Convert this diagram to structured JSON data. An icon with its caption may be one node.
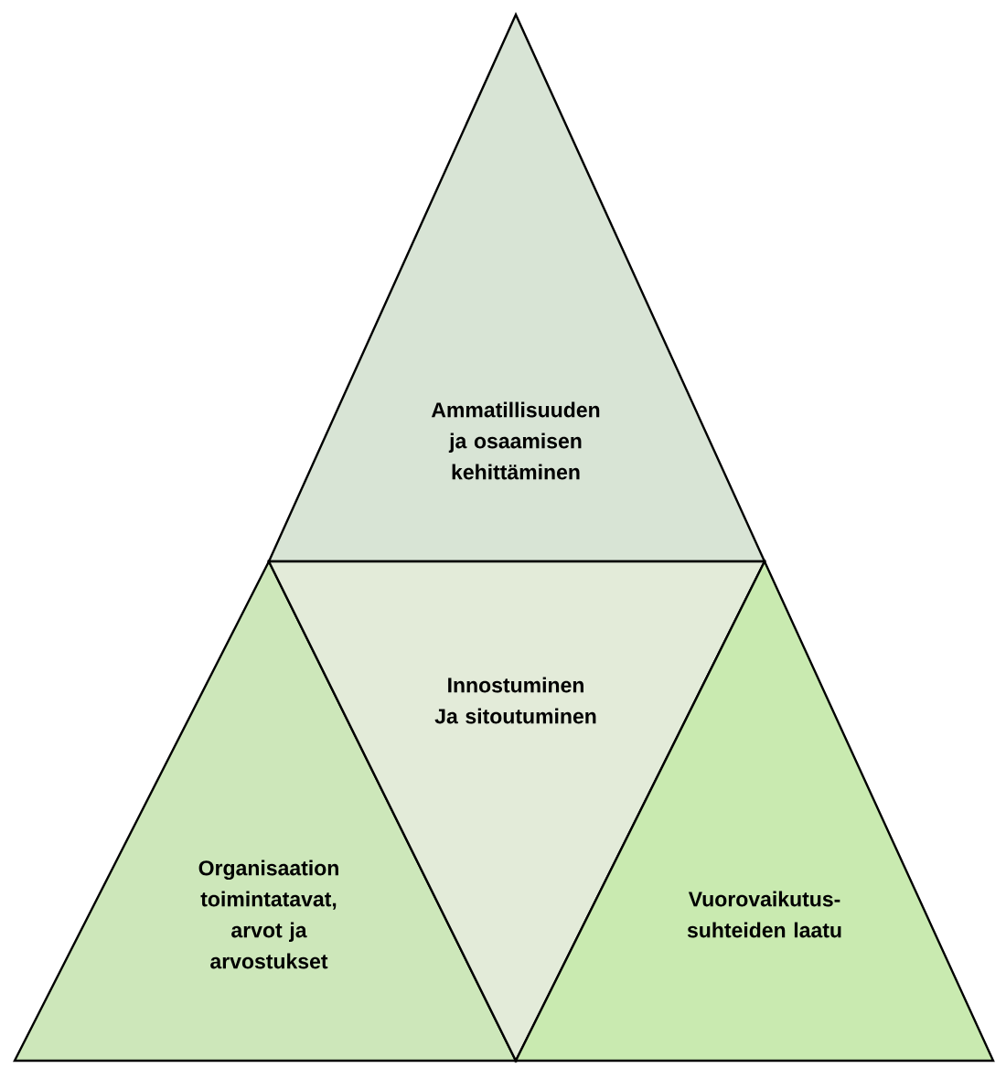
{
  "diagram": {
    "nodes": [
      {
        "text": [
          "Ammatillisuuden ja osaamisen kehittäminen"
        ]
      },
      {
        "text": [
          "Organisaation toimintatavat, arvot ja arvostukset"
        ]
      },
      {
        "text": [
          "Innostuminen Ja sitoutuminen"
        ]
      },
      {
        "text": [
          "Vuorovaikutus-suhteiden laatu"
        ]
      }
    ]
  }
}
